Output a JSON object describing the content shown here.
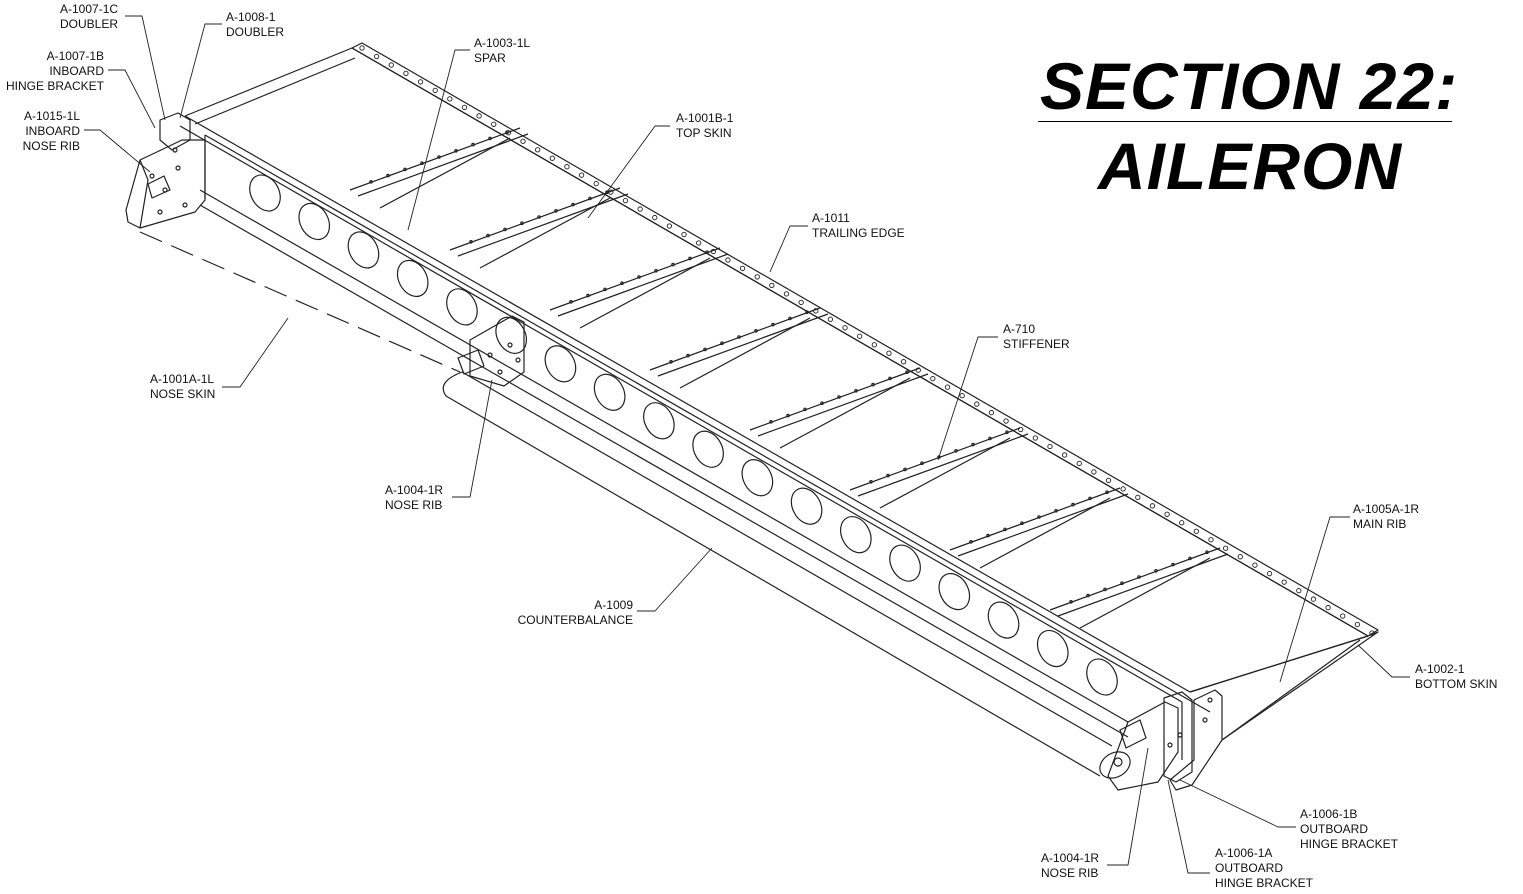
{
  "title": {
    "line1": "SECTION 22:",
    "line2": "AILERON"
  },
  "callouts": [
    {
      "id": "a1007-1c",
      "lines": [
        "A-1007-1C",
        "DOUBLER"
      ]
    },
    {
      "id": "a1008-1",
      "lines": [
        "A-1008-1",
        "DOUBLER"
      ]
    },
    {
      "id": "a1007-1b",
      "lines": [
        "A-1007-1B",
        "INBOARD",
        "HINGE BRACKET"
      ]
    },
    {
      "id": "a1015-1l",
      "lines": [
        "A-1015-1L",
        "INBOARD",
        "NOSE RIB"
      ]
    },
    {
      "id": "a1003-1l",
      "lines": [
        "A-1003-1L",
        "SPAR"
      ]
    },
    {
      "id": "a1001b-1",
      "lines": [
        "A-1001B-1",
        "TOP SKIN"
      ]
    },
    {
      "id": "a1011",
      "lines": [
        "A-1011",
        "TRAILING EDGE"
      ]
    },
    {
      "id": "a710",
      "lines": [
        "A-710",
        "STIFFENER"
      ]
    },
    {
      "id": "a1001a-1l",
      "lines": [
        "A-1001A-1L",
        "NOSE SKIN"
      ]
    },
    {
      "id": "a1004-1r-upper",
      "lines": [
        "A-1004-1R",
        "NOSE RIB"
      ]
    },
    {
      "id": "a1005a-1r",
      "lines": [
        "A-1005A-1R",
        "MAIN RIB"
      ]
    },
    {
      "id": "a1009",
      "lines": [
        "A-1009",
        "COUNTERBALANCE"
      ]
    },
    {
      "id": "a1002-1",
      "lines": [
        "A-1002-1",
        "BOTTOM SKIN"
      ]
    },
    {
      "id": "a1006-1b",
      "lines": [
        "A-1006-1B",
        "OUTBOARD",
        "HINGE BRACKET"
      ]
    },
    {
      "id": "a1006-1a",
      "lines": [
        "A-1006-1A",
        "OUTBOARD",
        "HINGE BRACKET"
      ]
    },
    {
      "id": "a1004-1r-lower",
      "lines": [
        "A-1004-1R",
        "NOSE RIB"
      ]
    }
  ]
}
